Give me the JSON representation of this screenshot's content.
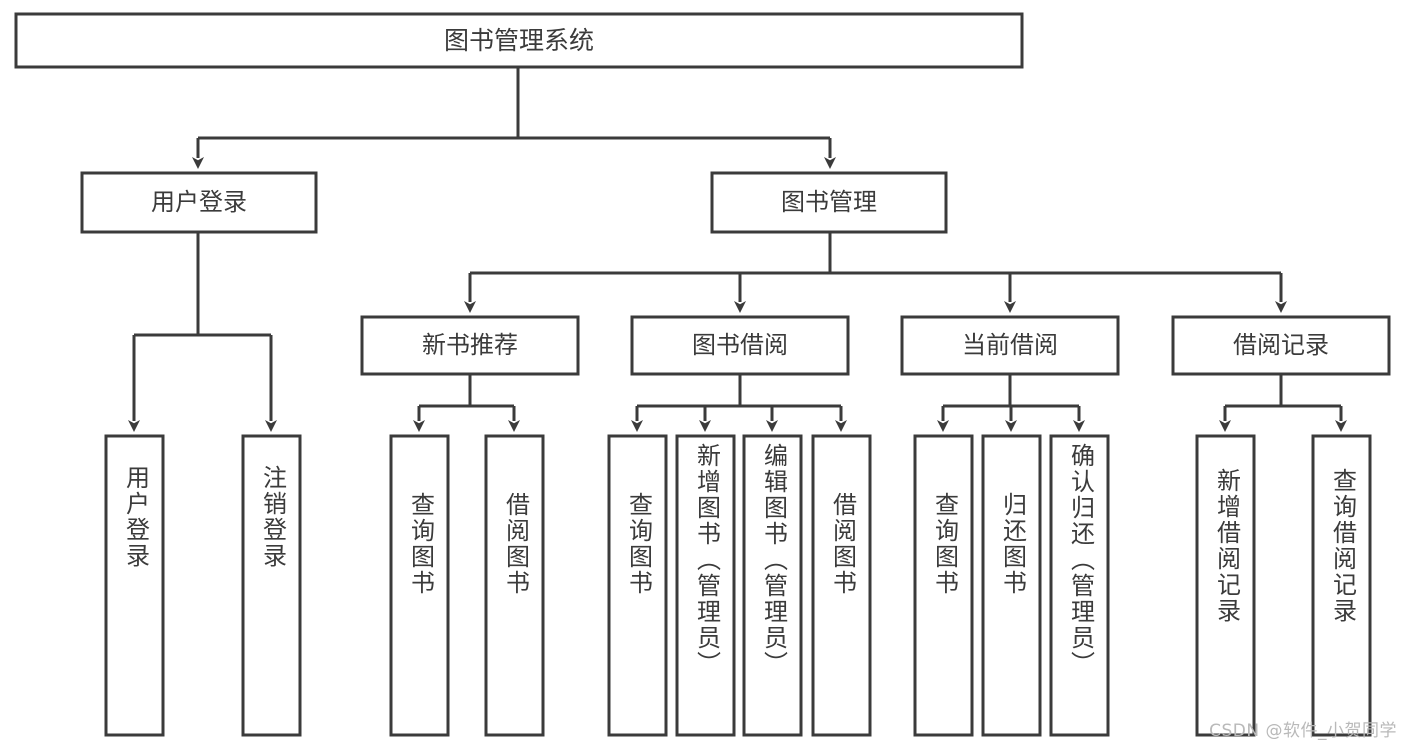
{
  "diagram": {
    "title": "图书管理系统",
    "orientation": "top-down-tree",
    "line_color": "#3b3b3b",
    "box_fill": "#ffffff",
    "text_color": "#3b3b3b",
    "nodes": {
      "root": {
        "label": "图书管理系统"
      },
      "level2": [
        {
          "label": "用户登录"
        },
        {
          "label": "图书管理"
        }
      ],
      "level3": [
        {
          "label": "新书推荐"
        },
        {
          "label": "图书借阅"
        },
        {
          "label": "当前借阅"
        },
        {
          "label": "借阅记录"
        }
      ],
      "leaves": [
        {
          "label": "用户登录"
        },
        {
          "label": "注销登录"
        },
        {
          "label": "查询图书"
        },
        {
          "label": "借阅图书"
        },
        {
          "label": "查询图书"
        },
        {
          "label": "新增图书（管理员）"
        },
        {
          "label": "编辑图书（管理员）"
        },
        {
          "label": "借阅图书"
        },
        {
          "label": "查询图书"
        },
        {
          "label": "归还图书"
        },
        {
          "label": "确认归还（管理员）"
        },
        {
          "label": "新增借阅记录"
        },
        {
          "label": "查询借阅记录"
        }
      ]
    },
    "watermark": "CSDN @软件_小贺同学"
  }
}
